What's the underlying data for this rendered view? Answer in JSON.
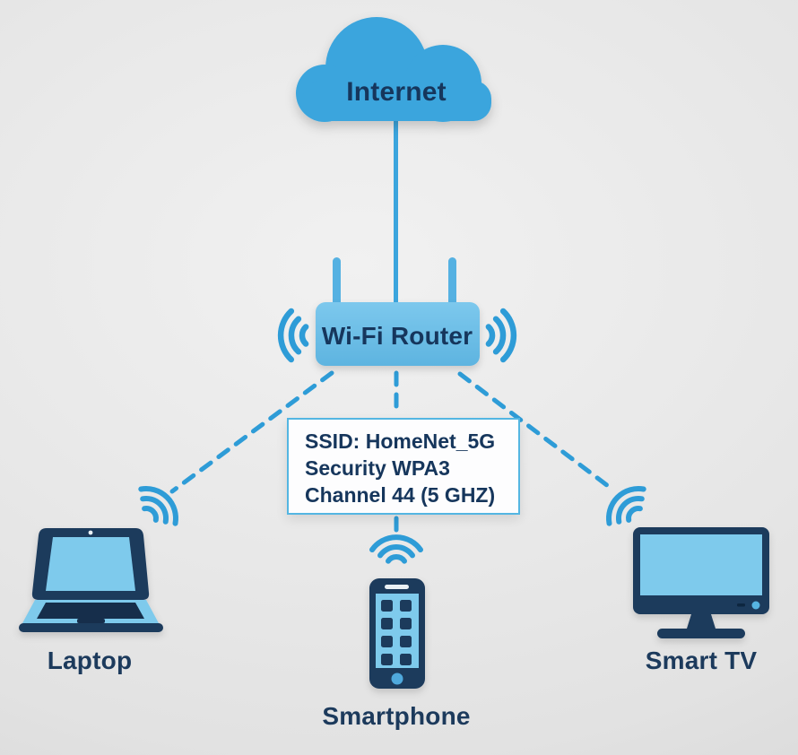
{
  "internet": {
    "label": "Internet"
  },
  "router": {
    "label": "Wi-Fi Router"
  },
  "network_info": {
    "ssid": "SSID: HomeNet_5G",
    "security": "Security WPA3",
    "channel": "Channel 44 (5 GHZ)"
  },
  "devices": {
    "laptop": {
      "label": "Laptop"
    },
    "smartphone": {
      "label": "Smartphone"
    },
    "smart_tv": {
      "label": "Smart TV"
    }
  },
  "connections": [
    {
      "from": "Internet",
      "to": "Wi-Fi Router",
      "style": "solid"
    },
    {
      "from": "Wi-Fi Router",
      "to": "Laptop",
      "style": "dashed"
    },
    {
      "from": "Wi-Fi Router",
      "to": "Smartphone",
      "style": "dashed"
    },
    {
      "from": "Wi-Fi Router",
      "to": "Smart TV",
      "style": "dashed"
    }
  ],
  "colors": {
    "primary_blue": "#3BA5DD",
    "router_blue": "#6FC2E9",
    "screen_blue": "#7ECAEC",
    "signal_blue": "#2E9CD7",
    "dark_navy": "#1C3A5C",
    "text_navy": "#16365C",
    "box_border": "#54B6E2",
    "box_background": "#FDFDFE",
    "background": "#E6E6E6"
  }
}
